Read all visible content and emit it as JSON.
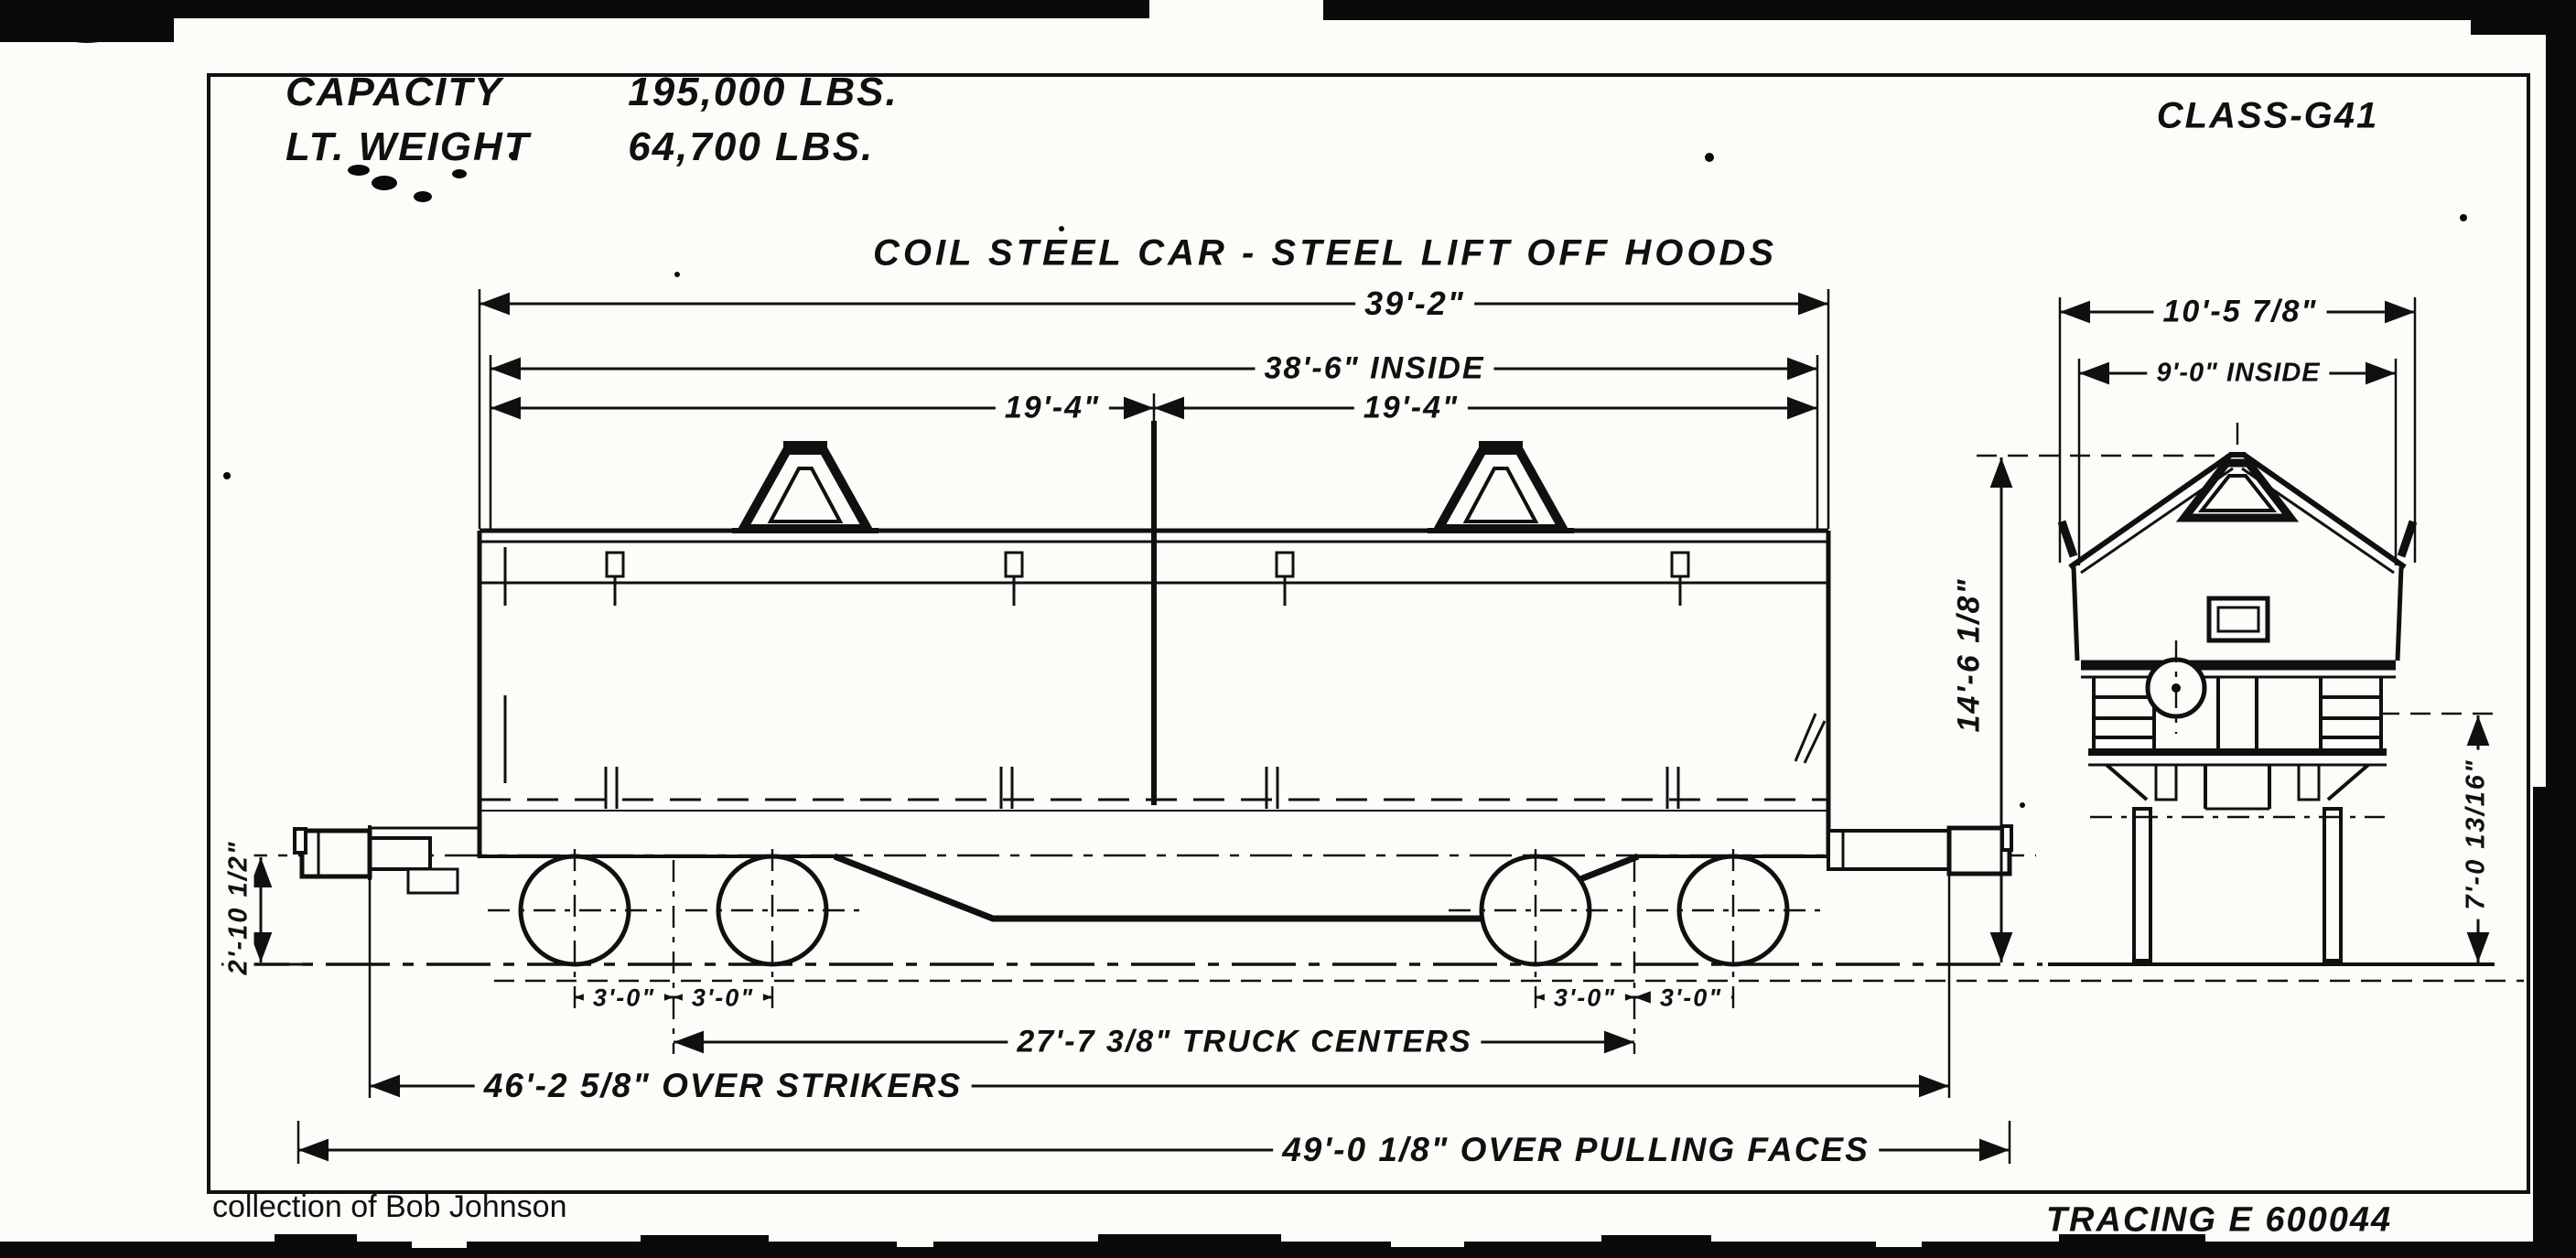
{
  "header": {
    "rows": [
      {
        "label": "CAPACITY",
        "value": "195,000 LBS."
      },
      {
        "label": "LT. WEIGHT",
        "value": "64,700 LBS."
      }
    ],
    "class_label": "CLASS-G41",
    "title": "COIL STEEL CAR - STEEL LIFT OFF HOODS"
  },
  "dimensions": {
    "overall_length": "39'-2\"",
    "inside_length": "38'-6\" INSIDE",
    "hood_section_left": "19'-4\"",
    "hood_section_right": "19'-4\"",
    "end_overall_width": "10'-5 7/8\"",
    "end_inside_width": "9'-0\" INSIDE",
    "overall_height": "14'-6 1/8\"",
    "side_height": "7'-0 13/16\"",
    "coupler_height": "2'-10 1/2\"",
    "axle_spacings": [
      "3'-0\"",
      "3'-0\"",
      "3'-0\"",
      "3'-0\""
    ],
    "truck_centers": "27'-7 3/8\" TRUCK CENTERS",
    "over_strikers": "46'-2 5/8\" OVER STRIKERS",
    "over_pulling_faces": "49'-0 1/8\" OVER PULLING FACES"
  },
  "footer": {
    "tracing_label": "TRACING E 600044",
    "collection_credit": "collection of Bob Johnson"
  }
}
